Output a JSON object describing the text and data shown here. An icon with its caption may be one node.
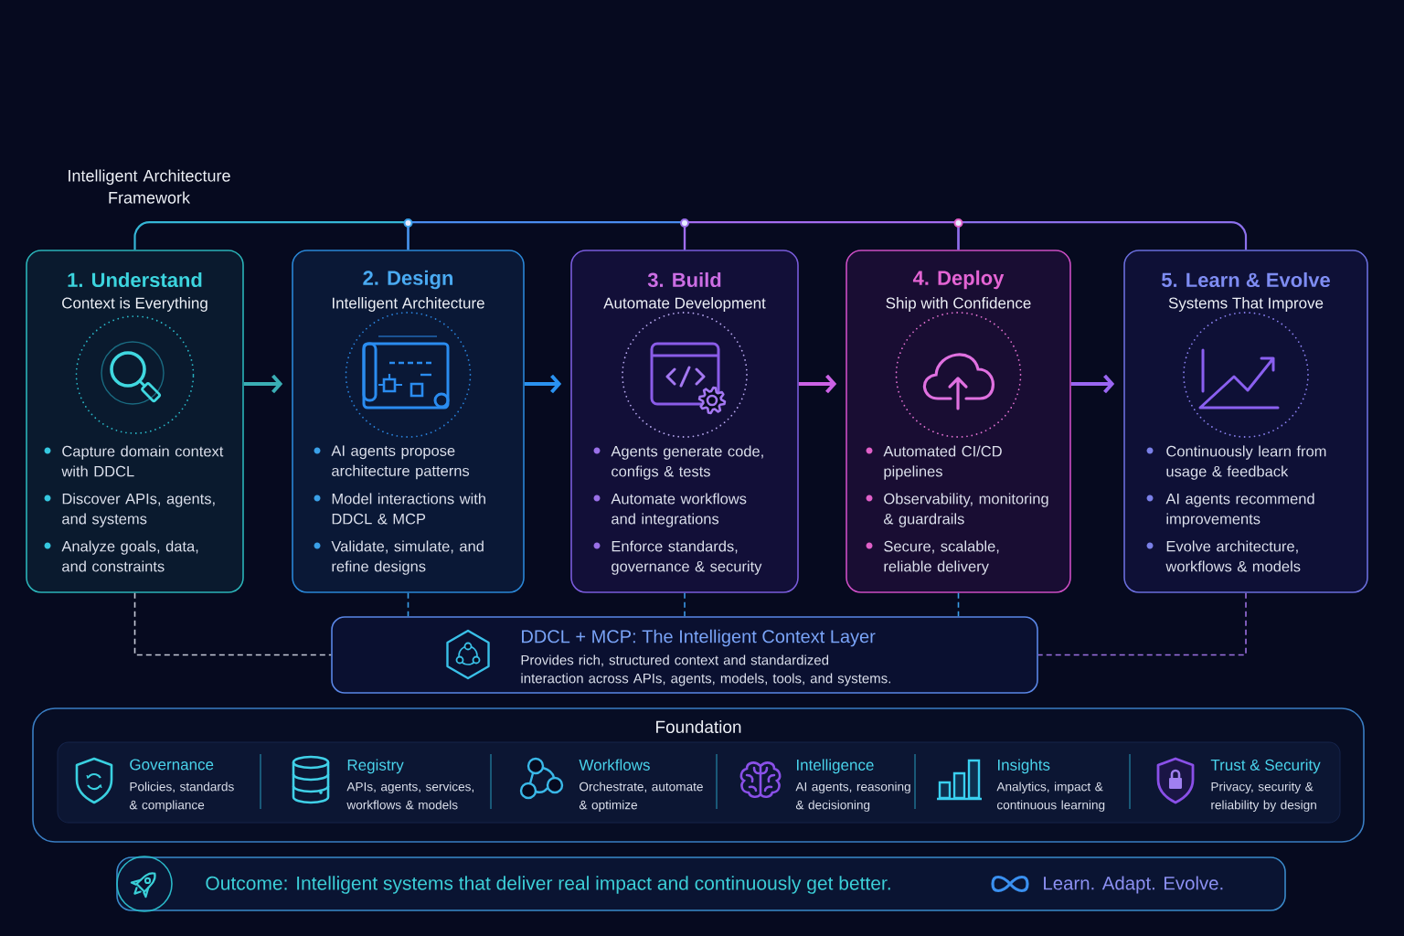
{
  "diagram": {
    "title": "Intelligent Architecture Framework",
    "nodes": [
      {
        "text": [
          "1. Understand",
          "Context is Everything",
          "Capture domain context with DDCL",
          "Discover APIs, agents, and systems",
          "Analyze goals, data, and constraints"
        ]
      },
      {
        "text": [
          "2. Design",
          "Intelligent Architecture",
          "AI agents propose architecture patterns",
          "Model interactions with DDCL & MCP",
          "Validate, simulate, and refine designs"
        ]
      },
      {
        "text": [
          "3. Build",
          "Automate Development",
          "Agents generate code, configs & tests",
          "Automate workflows and integrations",
          "Enforce standards, governance & security"
        ]
      },
      {
        "text": [
          "4. Deploy",
          "Ship with Confidence",
          "Automated CI/CD pipelines",
          "Observability, monitoring & guardrails",
          "Secure, scalable, reliable delivery"
        ]
      },
      {
        "text": [
          "5. Learn & Evolve",
          "Systems That Improve",
          "Continuously learn from usage & feedback",
          "AI agents recommend improvements",
          "Evolve architecture, workflows & models"
        ]
      },
      {
        "text": [
          "DDCL + MCP: The Intelligent Context Layer",
          "Provides rich, structured context and standardized interaction across APIs, agents, models, tools, and systems."
        ]
      },
      {
        "text": [
          "Foundation"
        ]
      },
      {
        "text": [
          "Outcome: Intelligent systems that deliver real impact and continuously get better.",
          "Learn. Adapt. Evolve."
        ]
      }
    ],
    "edges": [
      {
        "from": 0,
        "to": 1,
        "arrow": "to",
        "color": "#3aaeb4"
      },
      {
        "from": 1,
        "to": 2,
        "arrow": "to",
        "color": "#2a92f0"
      },
      {
        "from": 2,
        "to": 3,
        "arrow": "to",
        "color": "#cc62e6"
      },
      {
        "from": 3,
        "to": 4,
        "arrow": "to",
        "color": "#9a66f2"
      },
      {
        "from": 0,
        "to": 1,
        "arrow": "none",
        "color": "#35b6d6"
      },
      {
        "from": 1,
        "to": 2,
        "arrow": "none",
        "color": "#4a8cf0"
      },
      {
        "from": 2,
        "to": 3,
        "arrow": "none",
        "color": "#a46cf0"
      },
      {
        "from": 3,
        "to": 4,
        "arrow": "none",
        "color": "#8c70ec"
      },
      {
        "from": 0,
        "to": 5,
        "arrow": "none",
        "style": "dashed",
        "color": "#c4c8d6"
      },
      {
        "from": 1,
        "to": 5,
        "arrow": "none",
        "style": "dashed",
        "color": "#3a9ee8"
      },
      {
        "from": 2,
        "to": 5,
        "arrow": "none",
        "style": "dashed",
        "color": "#3a96e6"
      },
      {
        "from": 3,
        "to": 5,
        "arrow": "none",
        "style": "dashed",
        "color": "#3a9ee8"
      },
      {
        "from": 4,
        "to": 5,
        "arrow": "none",
        "style": "dashed",
        "color": "#9a70e0"
      }
    ],
    "labels": [
      "Governance",
      "Policies, standards & compliance",
      "Registry",
      "APIs, agents, services, workflows & models",
      "Workflows",
      "Orchestrate, automate & optimize",
      "Intelligence",
      "AI agents, reasoning & decisioning",
      "Insights",
      "Analytics, impact & continuous learning",
      "Trust & Security",
      "Privacy, security & reliability by design"
    ]
  }
}
